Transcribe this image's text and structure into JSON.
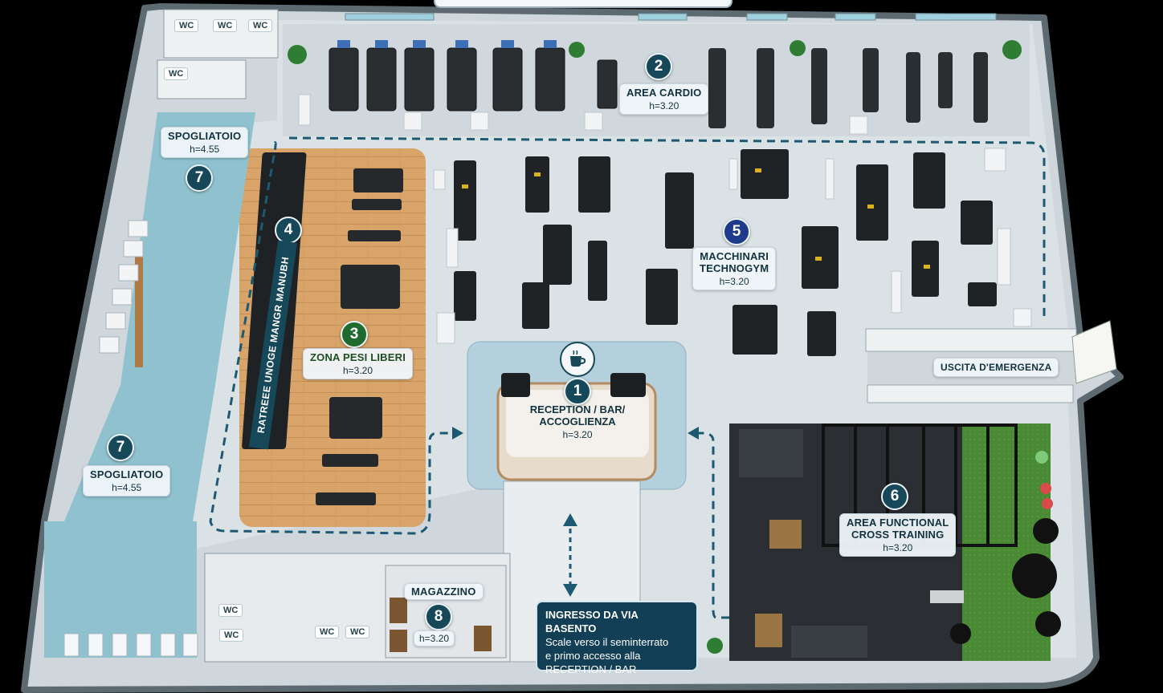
{
  "zones": [
    {
      "number": "1",
      "title_lines": [
        "RECEPTION / BAR/",
        "ACCOGLIENZA"
      ],
      "height": "h=3.20"
    },
    {
      "number": "2",
      "title_lines": [
        "AREA CARDIO"
      ],
      "height": "h=3.20"
    },
    {
      "number": "3",
      "title_lines": [
        "ZONA PESI LIBERI"
      ],
      "height": "h=3.20"
    },
    {
      "number": "4",
      "title_lines": [
        "RATREEE UNOGE MANGR MANUBH"
      ],
      "height": ""
    },
    {
      "number": "5",
      "title_lines": [
        "MACCHINARI",
        "TECHNOGYM"
      ],
      "height": "h=3.20"
    },
    {
      "number": "6",
      "title_lines": [
        "AREA FUNCTIONAL",
        "CROSS TRAINING"
      ],
      "height": "h=3.20"
    },
    {
      "number": "7",
      "title_lines": [
        "SPOGLIATOIO"
      ],
      "height": "h=4.55"
    },
    {
      "number": "7",
      "title_lines": [
        "SPOGLIATOIO"
      ],
      "height": "h=4.55"
    },
    {
      "number": "8",
      "title_lines": [
        "MAGAZZINO"
      ],
      "height": "h=3.20"
    }
  ],
  "emergency_exit": "USCITA D'EMERGENZA",
  "entrance": {
    "title": "INGRESSO DA VIA BASENTO",
    "lines": [
      "Scale verso il seminterrato",
      "e primo accesso alla",
      "RECEPTION / BAR"
    ]
  },
  "wc_label": "WC",
  "icons": [
    "coffee-cup-icon"
  ],
  "colors": {
    "background": "#000000",
    "floor": "#d5dde2",
    "wood_floor": "#d9a46a",
    "locker_floor": "#8fc1cf",
    "functional_floor": "#2b2f33",
    "turf": "#4b8a34",
    "badge": "#16485a",
    "path": "#1d5a72"
  }
}
